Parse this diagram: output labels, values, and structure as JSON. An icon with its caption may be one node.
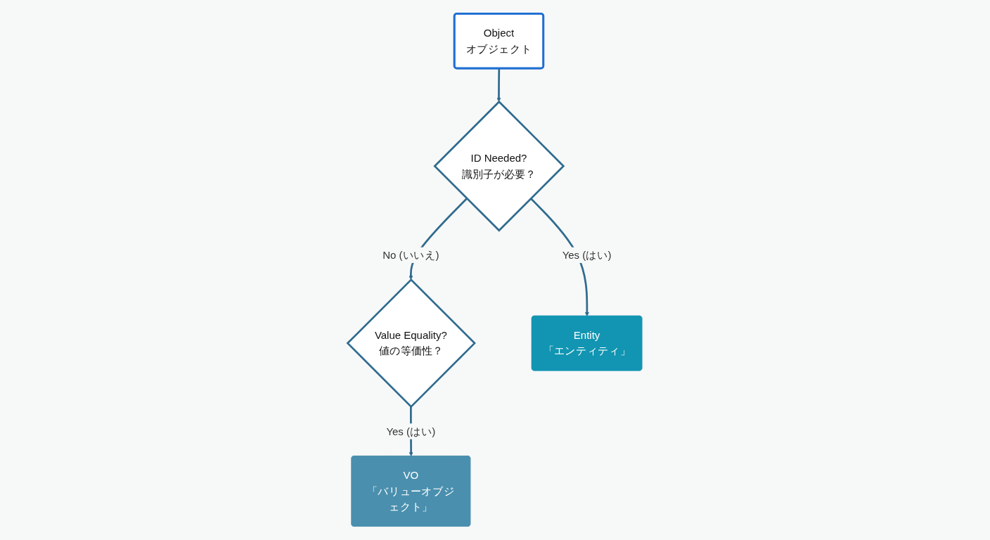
{
  "diagram": {
    "nodes": [
      {
        "text": [
          "Object",
          "オブジェクト"
        ]
      },
      {
        "text": [
          "ID Needed?",
          "識別子が必要？"
        ]
      },
      {
        "text": [
          "Value Equality?",
          "値の等価性？"
        ]
      },
      {
        "text": [
          "Entity",
          "「エンティティ」"
        ]
      },
      {
        "text": [
          "VO",
          "「バリューオブジェクト」"
        ]
      }
    ],
    "edges": [
      {
        "from": 0,
        "to": 1,
        "arrow": "to"
      },
      {
        "from": 1,
        "to": 2,
        "arrow": "to",
        "label": "No (いいえ)"
      },
      {
        "from": 1,
        "to": 3,
        "arrow": "to",
        "label": "Yes (はい)"
      },
      {
        "from": 2,
        "to": 4,
        "arrow": "to",
        "label": "Yes (はい)"
      }
    ]
  }
}
